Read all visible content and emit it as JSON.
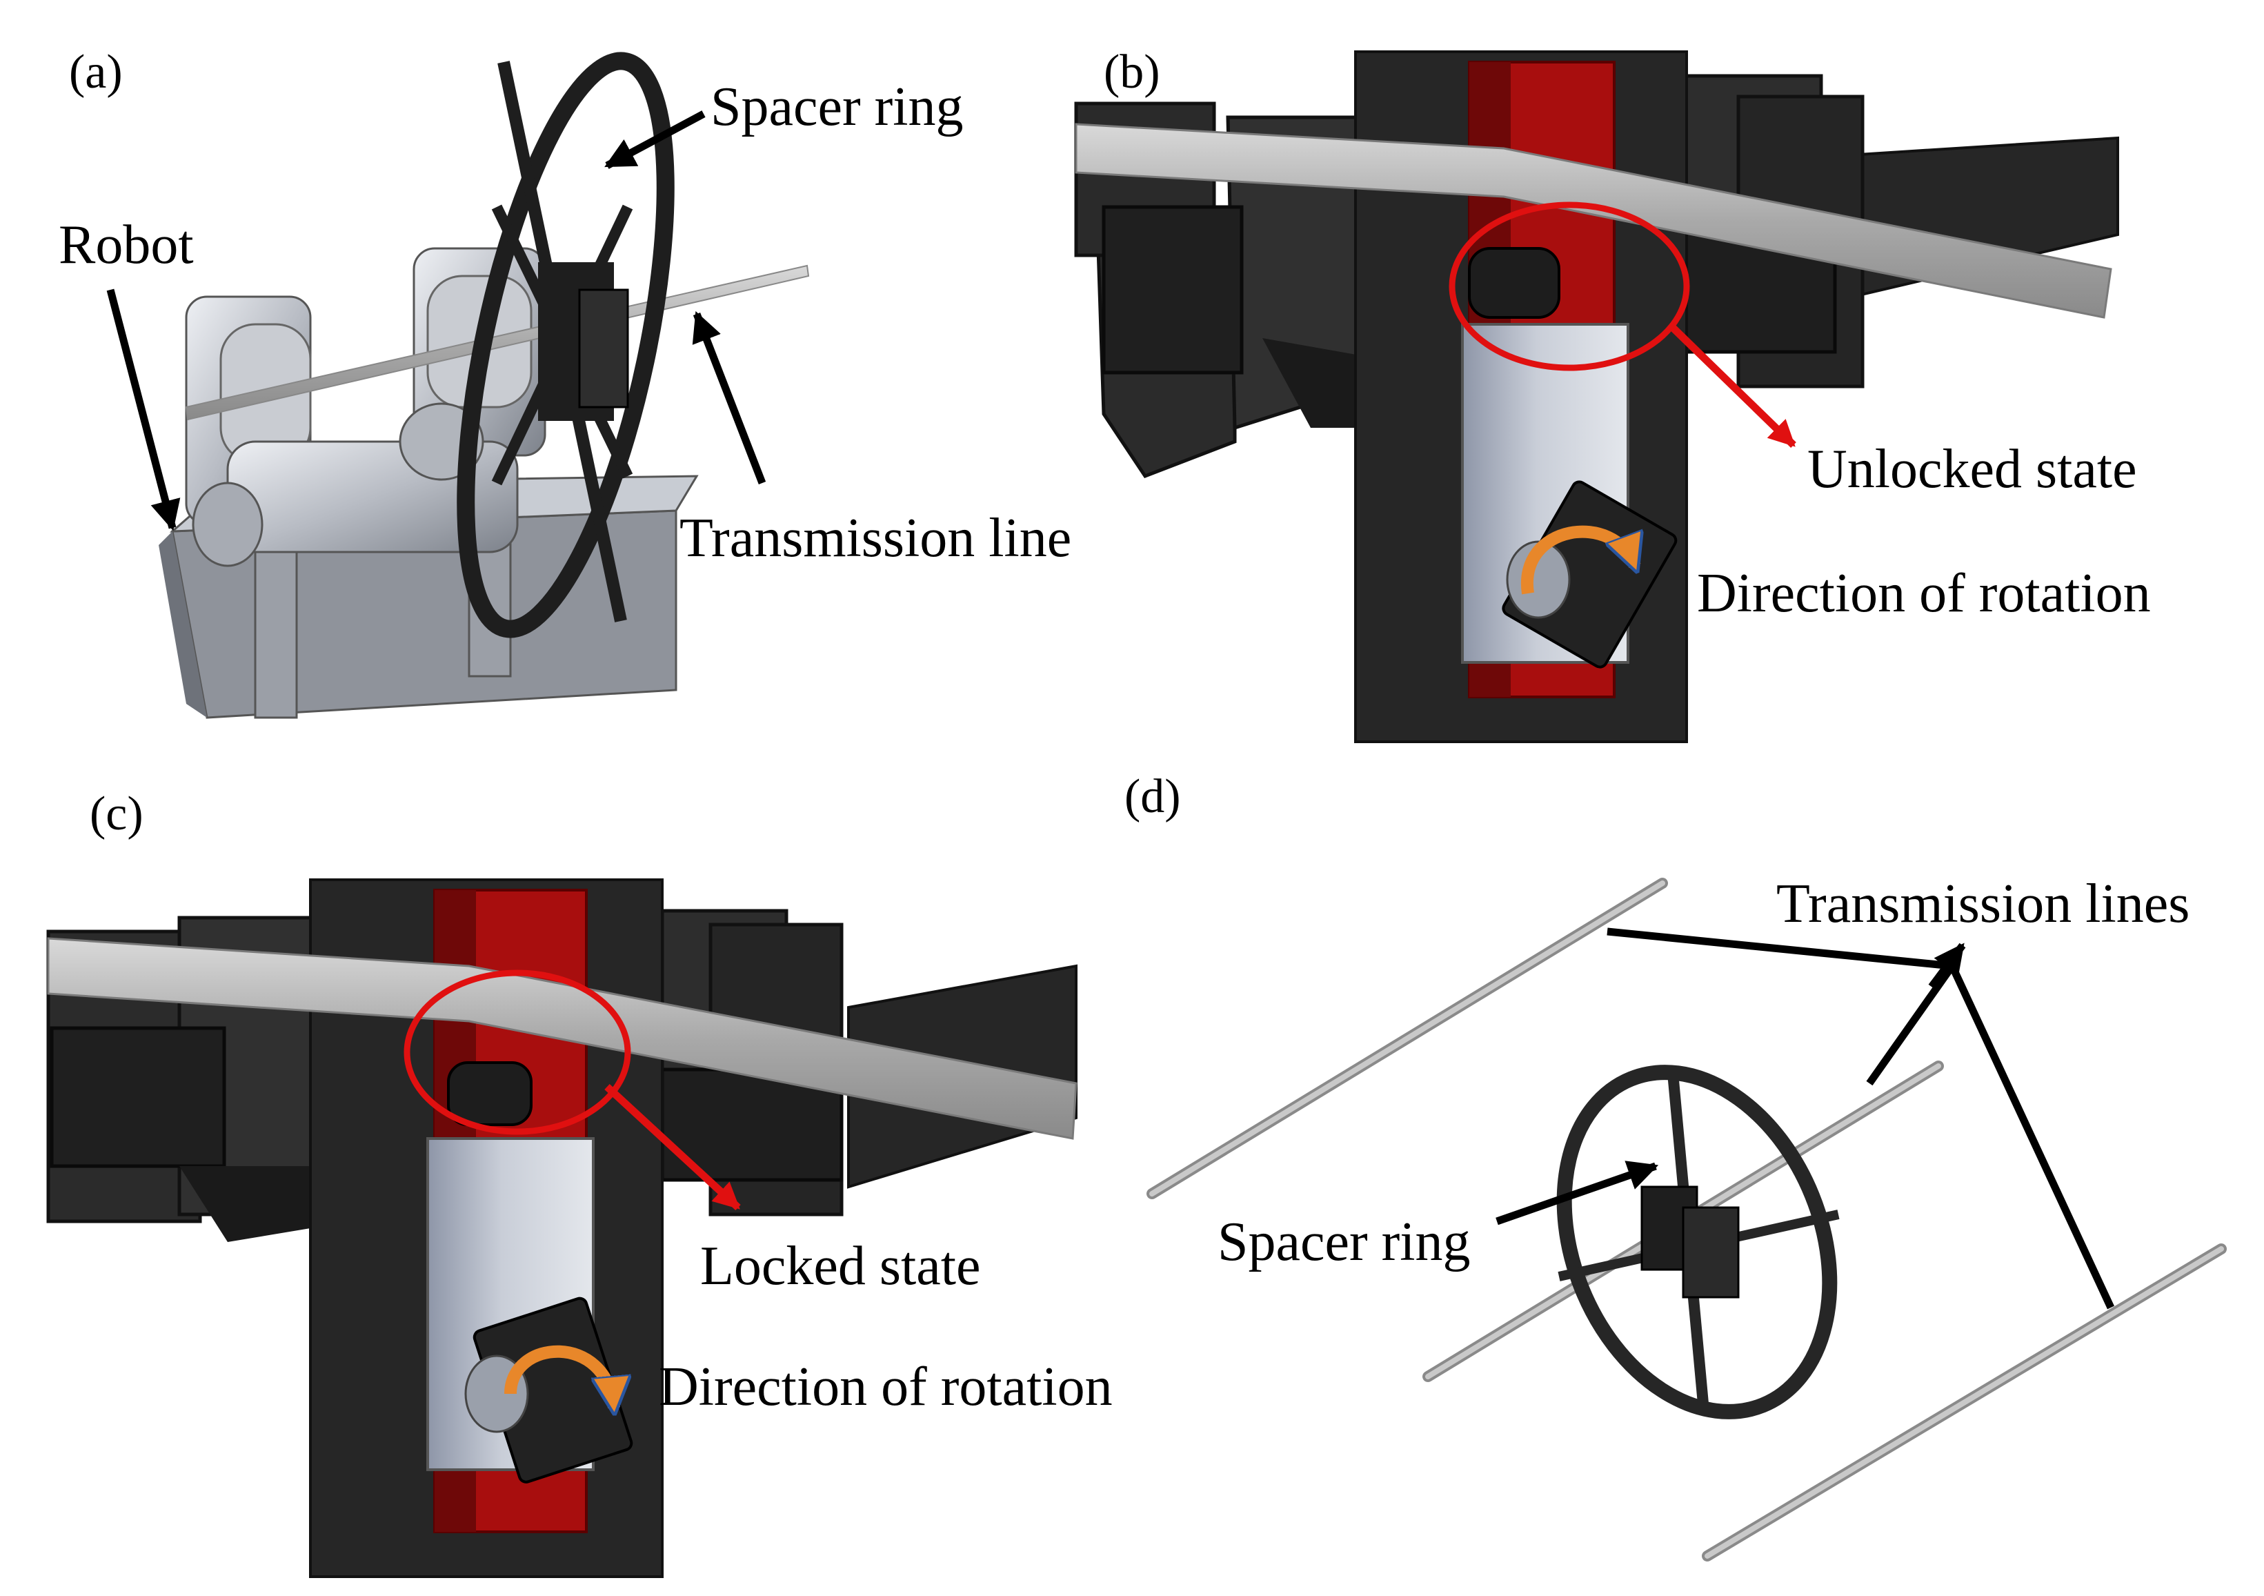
{
  "panels": {
    "a": {
      "tag": "(a)",
      "labels": {
        "spacer_ring": "Spacer ring",
        "robot": "Robot",
        "transmission_line": "Transmission line"
      }
    },
    "b": {
      "tag": "(b)",
      "labels": {
        "state": "Unlocked state",
        "rotation": "Direction of rotation"
      }
    },
    "c": {
      "tag": "(c)",
      "labels": {
        "state": "Locked state",
        "rotation": "Direction of rotation"
      }
    },
    "d": {
      "tag": "(d)",
      "labels": {
        "transmission_lines": "Transmission lines",
        "spacer_ring": "Spacer ring"
      }
    }
  },
  "colors": {
    "dark_part": "#262626",
    "dark_edge": "#111111",
    "red_part": "#a80e0e",
    "red_circle": "#e01010",
    "grey_line": "#b9b9b9",
    "metal": "#c3c6cc",
    "rotation_arrow": "#e8872a"
  }
}
